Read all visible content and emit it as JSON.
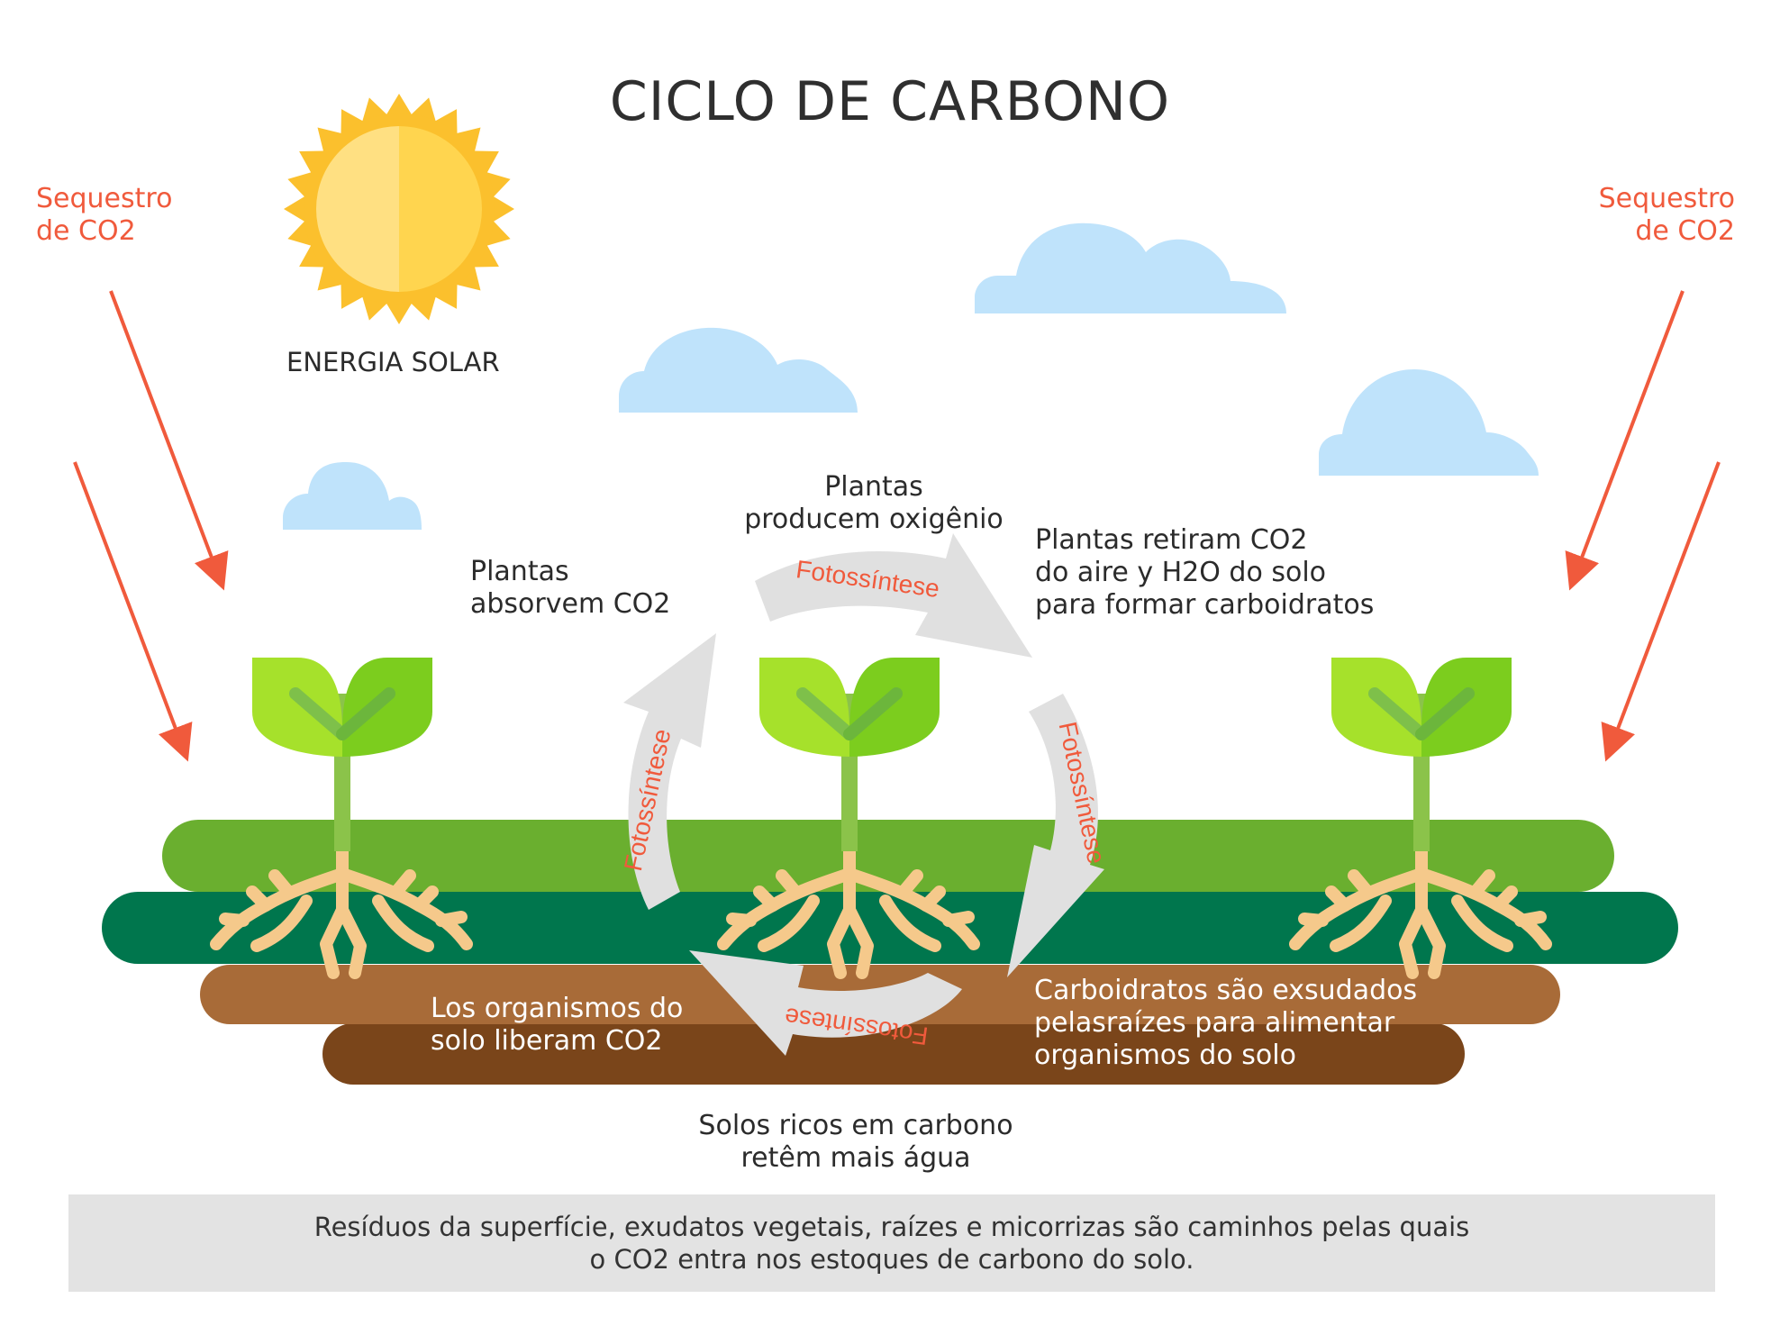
{
  "title": "CICLO DE CARBONO",
  "sun_label": "ENERGIA SOLAR",
  "sequestration_left": "Sequestro\nde CO2",
  "sequestration_right": "Sequestro\nde CO2",
  "photosynthesis_label": "Fotossíntese",
  "labels": {
    "plants_oxygen": "Plantas\nproducem oxigênio",
    "plants_absorb": "Plantas\nabsorvem CO2",
    "plants_remove": "Plantas retiram CO2\ndo aire y H2O do solo\npara formar carboidratos",
    "carbs_exuded": "Carboidratos são exsudados\npelasraízes para alimentar\norganismos do solo",
    "soil_organisms": "Los organismos do\nsolo liberam CO2",
    "soils_water": "Solos ricos em carbono\nretêm mais água"
  },
  "footer_note": "Resíduos da superfície, exudatos vegetais, raízes e micorrizas são caminhos pelas quais\no CO2 entra nos estoques de carbono do solo.",
  "colors": {
    "sun_outer": "#fbc02d",
    "sun_inner": "#ffe082",
    "cloud": "#bfe3fb",
    "grass_light": "#6aaf2f",
    "grass_dark": "#00764d",
    "soil_light": "#a86b38",
    "soil_dark": "#7a451a",
    "leaf_light": "#a6e12b",
    "leaf_dark": "#7ccd1e",
    "stem": "#8bc34a",
    "root": "#f5c98b",
    "arrow_gray": "#e0e0e0",
    "accent_red": "#f05a3c"
  }
}
